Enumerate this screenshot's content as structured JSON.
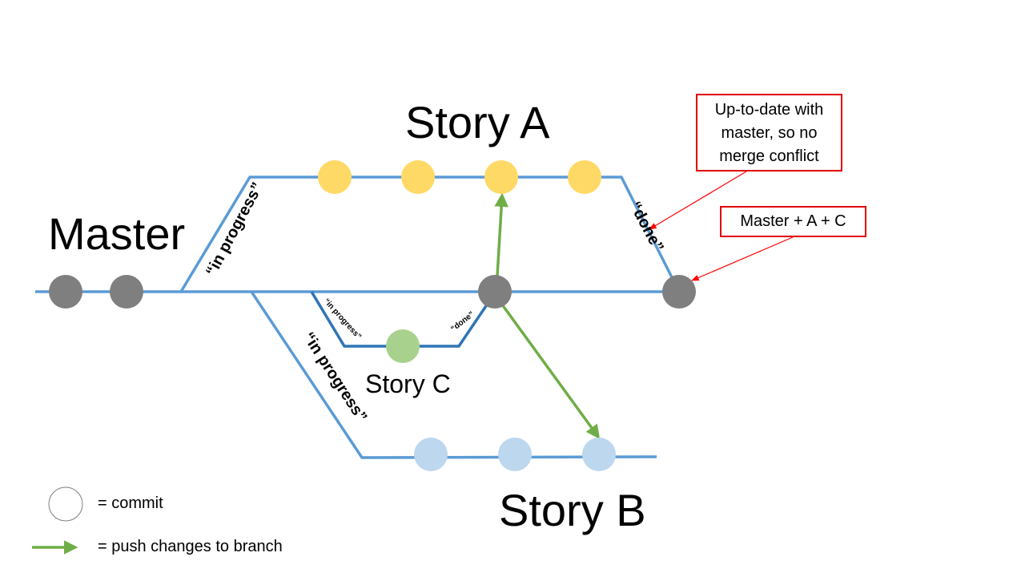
{
  "labels": {
    "master": "Master",
    "story_a": "Story A",
    "story_b": "Story B",
    "story_c": "Story C",
    "in_progress_a": "“in progress”",
    "in_progress_b": "“in progress”",
    "in_progress_c": "“in progress”",
    "done_a": "“done”",
    "done_c": "“done”"
  },
  "callouts": {
    "top": [
      "Up-to-date with",
      "master, so no",
      "merge conflict"
    ],
    "merge": "Master + A + C"
  },
  "legend": {
    "commit": "= commit",
    "push": "= push changes to branch"
  },
  "colors": {
    "branch_line": "#5b9bd5",
    "branch_line_dark": "#2e75b6",
    "master_commit": "#7f7f7f",
    "story_a_commit": "#ffd966",
    "story_b_commit": "#bdd7ee",
    "story_c_commit": "#a9d18e",
    "push_arrow": "#70ad47",
    "callout_border": "#ff0000"
  }
}
